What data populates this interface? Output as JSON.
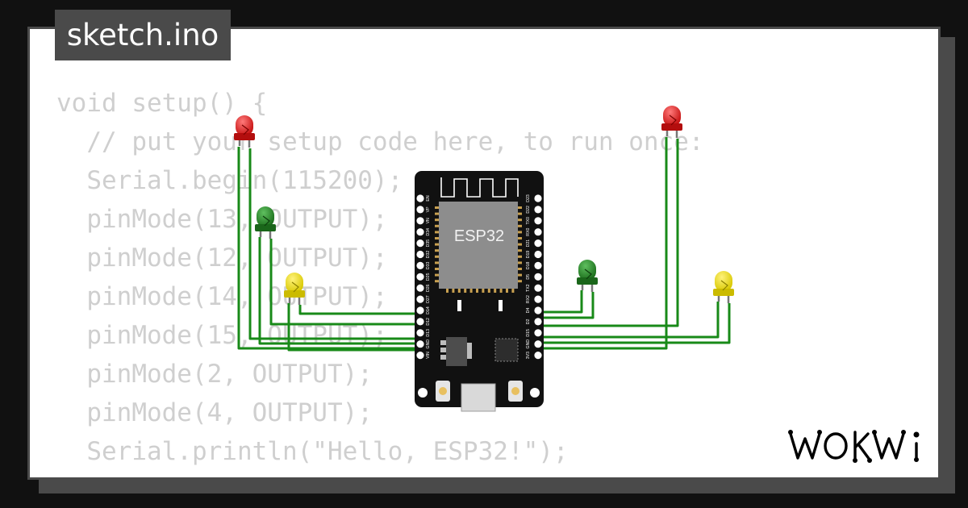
{
  "tab": {
    "filename": "sketch.ino"
  },
  "code_lines": [
    "void setup() {",
    "  // put your setup code here, to run once:",
    "  Serial.begin(115200);",
    "  pinMode(13, OUTPUT);",
    "  pinMode(12, OUTPUT);",
    "  pinMode(14, OUTPUT);",
    "  pinMode(15, OUTPUT);",
    "  pinMode(2, OUTPUT);",
    "  pinMode(4, OUTPUT);",
    "  Serial.println(\"Hello, ESP32!\");",
    "}"
  ],
  "board": {
    "chip_label": "ESP32",
    "left_pin_labels": [
      "EN",
      "VP",
      "VN",
      "D34",
      "D35",
      "D32",
      "D33",
      "D25",
      "D26",
      "D27",
      "D14",
      "D12",
      "D13",
      "GND",
      "VIN"
    ],
    "right_pin_labels": [
      "D23",
      "D22",
      "TX0",
      "RX0",
      "D21",
      "D19",
      "D18",
      "D5",
      "TX2",
      "RX2",
      "D4",
      "D2",
      "D15",
      "GND",
      "3V3"
    ]
  },
  "leds": [
    {
      "id": "led-red-left",
      "color": "red"
    },
    {
      "id": "led-green-left",
      "color": "green"
    },
    {
      "id": "led-yellow-left",
      "color": "yellow"
    },
    {
      "id": "led-red-right",
      "color": "red"
    },
    {
      "id": "led-green-right",
      "color": "green"
    },
    {
      "id": "led-yellow-right",
      "color": "yellow"
    }
  ],
  "colors": {
    "background": "#111111",
    "panel": "#4a4a4a",
    "code_text": "#cfcfcf",
    "wire": "#188a18",
    "board": "#111111"
  },
  "brand": {
    "logo_text": "WOKWi"
  }
}
